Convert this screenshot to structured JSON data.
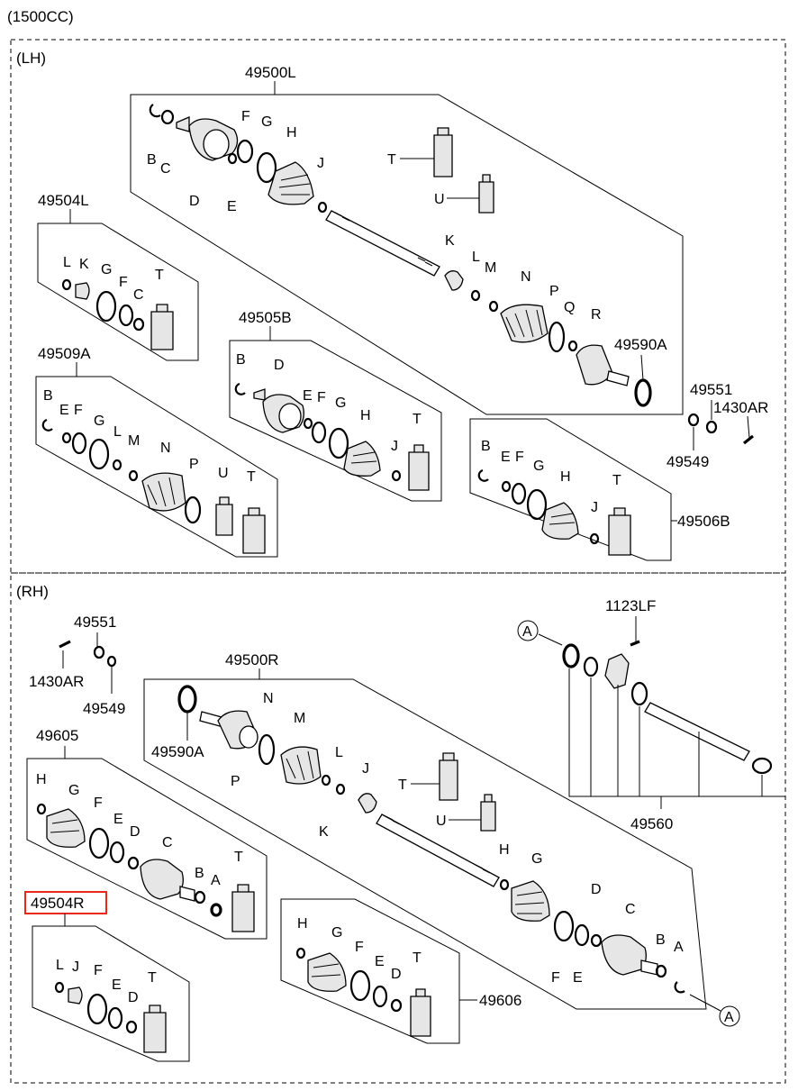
{
  "header": {
    "engine": "(1500CC)"
  },
  "sections": {
    "lh": {
      "label": "(LH)"
    },
    "rh": {
      "label": "(RH)"
    }
  },
  "callouts": {
    "lh_assembly": "49500L",
    "lh_kit_l": "49504L",
    "lh_kit_509a": "49509A",
    "lh_kit_505b": "49505B",
    "lh_kit_506b": "49506B",
    "lh_tone_ring": "49590A",
    "lh_49551": "49551",
    "lh_49549": "49549",
    "lh_1430ar": "1430AR",
    "rh_assembly": "49500R",
    "rh_49551": "49551",
    "rh_49549": "49549",
    "rh_1430ar": "1430AR",
    "rh_tone_ring": "49590A",
    "rh_49605": "49605",
    "rh_49504r": "49504R",
    "rh_49606": "49606",
    "rh_1123lf": "1123LF",
    "rh_49560": "49560",
    "ref_a_top": "A",
    "ref_a_bottom": "A"
  },
  "letters": {
    "A": "A",
    "B": "B",
    "C": "C",
    "D": "D",
    "E": "E",
    "F": "F",
    "G": "G",
    "H": "H",
    "J": "J",
    "K": "K",
    "L": "L",
    "M": "M",
    "N": "N",
    "P": "P",
    "Q": "Q",
    "R": "R",
    "T": "T",
    "U": "U"
  },
  "highlight": {
    "part": "49504R",
    "color": "#e8281c"
  }
}
